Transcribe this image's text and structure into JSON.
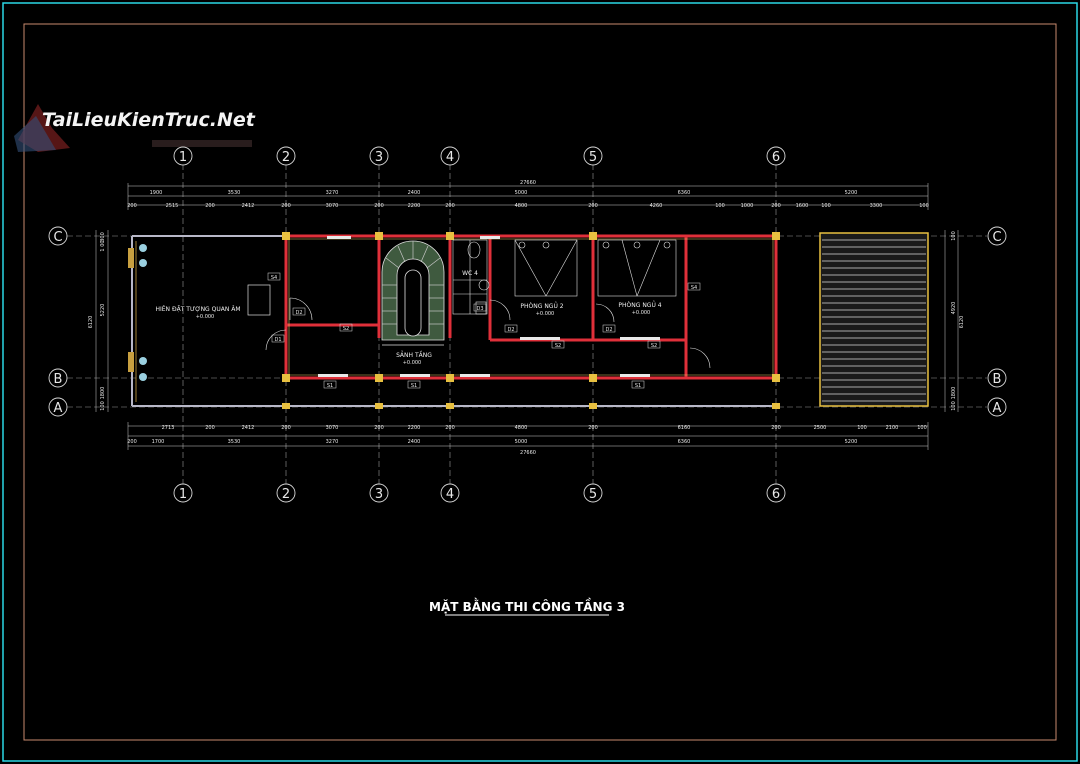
{
  "watermark": {
    "brand": "TaiLieuKienTruc.Net"
  },
  "drawing": {
    "title": "MẶT BẰNG THI CÔNG TẦNG 3",
    "grid_columns": [
      "1",
      "2",
      "3",
      "4",
      "5",
      "6"
    ],
    "grid_rows": [
      "C",
      "B",
      "A"
    ],
    "overall_dim": "27660",
    "top_dims_row1": [
      "1900",
      "3530",
      "3270",
      "2400",
      "5000",
      "6360",
      "5200"
    ],
    "top_dims_row2": [
      "200",
      "2515",
      "200",
      "2412",
      "200",
      "3070",
      "200",
      "2200",
      "200",
      "4800",
      "200",
      "4260",
      "100",
      "1000",
      "200",
      "1600",
      "100",
      "3300",
      "100"
    ],
    "bottom_dims_row1": [
      "2713",
      "200",
      "2412",
      "200",
      "3070",
      "200",
      "2200",
      "200",
      "4800",
      "200",
      "6160",
      "200",
      "2500",
      "100",
      "2100",
      "100"
    ],
    "bottom_dims_row2": [
      "200",
      "1700",
      "3530",
      "3270",
      "2400",
      "5000",
      "6360",
      "5200"
    ],
    "left_dims": [
      "6120",
      "5220",
      "1800",
      "300",
      "100",
      "1 00"
    ],
    "right_dims": [
      "4920",
      "6120",
      "1800",
      "100",
      "100"
    ],
    "rooms": {
      "altar": "HIÊN ĐẶT TƯỢNG QUAN ÂM",
      "wc": "WC 4",
      "bed2": "PHÒNG NGỦ 2",
      "bed4": "PHÒNG NGỦ 4",
      "lobby": "SẢNH TẦNG",
      "level": "+0.000"
    },
    "tags": {
      "d2": "D2",
      "d3": "D3",
      "d1": "D1",
      "s1": "S1",
      "s2": "S2",
      "s4": "S4"
    }
  }
}
